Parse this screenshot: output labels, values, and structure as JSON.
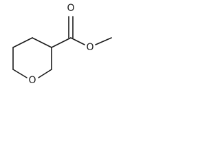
{
  "molecule": {
    "atom_labels": {
      "ring_oxygen": "O",
      "carbonyl_oxygen": "O",
      "ester_oxygen": "O"
    }
  }
}
